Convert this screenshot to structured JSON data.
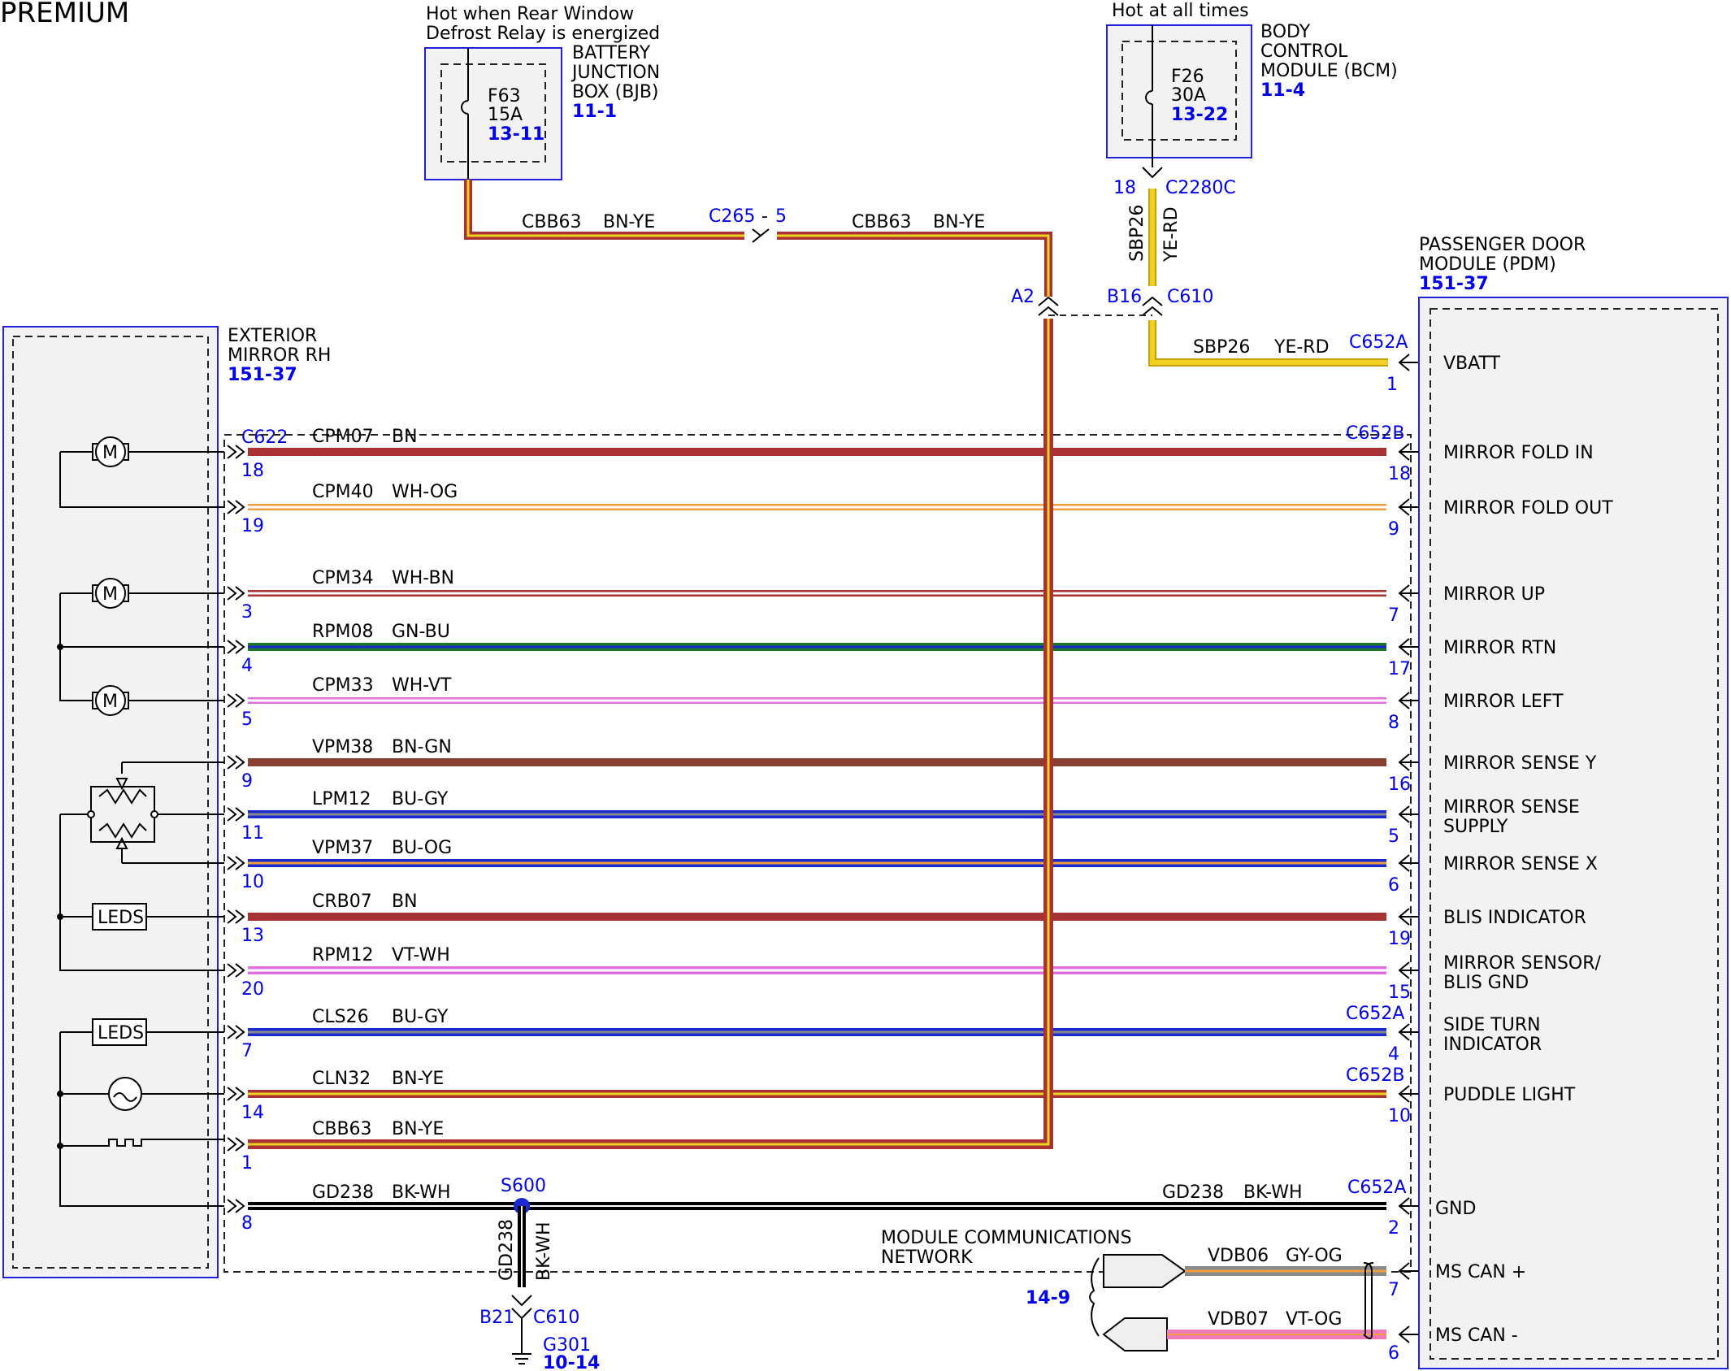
{
  "header": {
    "title": "PREMIUM"
  },
  "bjb": {
    "note": [
      "Hot when Rear Window",
      "Defrost Relay is energized"
    ],
    "name": [
      "BATTERY",
      "JUNCTION",
      "BOX (BJB)"
    ],
    "ref": "11-1",
    "fuse": "F63",
    "amps": "15A",
    "fuse_ref": "13-11"
  },
  "bcm": {
    "note": "Hot at all times",
    "name": [
      "BODY",
      "CONTROL",
      "MODULE (BCM)"
    ],
    "ref": "11-4",
    "fuse": "F26",
    "amps": "30A",
    "fuse_ref": "13-22"
  },
  "top_wires": {
    "c265": "C265",
    "c265_dash": "-",
    "c265_pin": "5",
    "cbb_left": [
      "CBB63",
      "BN-YE"
    ],
    "cbb_right": [
      "CBB63",
      "BN-YE"
    ],
    "c2280c_pin": "18",
    "c2280c": "C2280C",
    "sbp_vert": [
      "SBP26",
      "YE-RD"
    ],
    "a2": "A2",
    "b16": "B16",
    "c610": "C610",
    "sbp_h": [
      "SBP26",
      "YE-RD"
    ],
    "c652a": "C652A",
    "vbatt_pin": "1"
  },
  "pdm": {
    "name": [
      "PASSENGER DOOR",
      "MODULE (PDM)"
    ],
    "ref": "151-37"
  },
  "mirror": {
    "name": [
      "EXTERIOR",
      "MIRROR RH"
    ],
    "ref": "151-37"
  },
  "mirror_conn": "C622",
  "wires": [
    {
      "circuit": "CPM07",
      "color": "BN",
      "lpin": "18",
      "rpin": "18",
      "rconn": "C652B",
      "label": "MIRROR FOLD IN"
    },
    {
      "circuit": "CPM40",
      "color": "WH-OG",
      "lpin": "19",
      "rpin": "9",
      "rconn": "",
      "label": "MIRROR FOLD OUT"
    },
    {
      "circuit": "CPM34",
      "color": "WH-BN",
      "lpin": "3",
      "rpin": "7",
      "rconn": "",
      "label": "MIRROR UP"
    },
    {
      "circuit": "RPM08",
      "color": "GN-BU",
      "lpin": "4",
      "rpin": "17",
      "rconn": "",
      "label": "MIRROR RTN"
    },
    {
      "circuit": "CPM33",
      "color": "WH-VT",
      "lpin": "5",
      "rpin": "8",
      "rconn": "",
      "label": "MIRROR LEFT"
    },
    {
      "circuit": "VPM38",
      "color": "BN-GN",
      "lpin": "9",
      "rpin": "16",
      "rconn": "",
      "label": "MIRROR SENSE Y"
    },
    {
      "circuit": "LPM12",
      "color": "BU-GY",
      "lpin": "11",
      "rpin": "5",
      "rconn": "",
      "label": "MIRROR SENSE",
      "label2": "SUPPLY"
    },
    {
      "circuit": "VPM37",
      "color": "BU-OG",
      "lpin": "10",
      "rpin": "6",
      "rconn": "",
      "label": "MIRROR SENSE X"
    },
    {
      "circuit": "CRB07",
      "color": "BN",
      "lpin": "13",
      "rpin": "19",
      "rconn": "",
      "label": "BLIS INDICATOR"
    },
    {
      "circuit": "RPM12",
      "color": "VT-WH",
      "lpin": "20",
      "rpin": "15",
      "rconn": "",
      "label": "MIRROR SENSOR/",
      "label2": "BLIS GND"
    },
    {
      "circuit": "CLS26",
      "color": "BU-GY",
      "lpin": "7",
      "rpin": "4",
      "rconn": "C652A",
      "label": "SIDE TURN",
      "label2": "INDICATOR"
    },
    {
      "circuit": "CLN32",
      "color": "BN-YE",
      "lpin": "14",
      "rpin": "10",
      "rconn": "C652B",
      "label": "PUDDLE LIGHT"
    },
    {
      "circuit": "CBB63",
      "color": "BN-YE",
      "lpin": "1",
      "rpin": "",
      "rconn": "",
      "label": ""
    }
  ],
  "ground": {
    "circuit": "GD238",
    "color": "BK-WH",
    "lpin": "8",
    "rpin": "2",
    "rconn": "C652A",
    "label": "GND",
    "circuit_r": "GD238",
    "color_r": "BK-WH",
    "splice": "S600",
    "vert": [
      "GD238",
      "BK-WH"
    ],
    "b21": "B21",
    "c610": "C610",
    "g301": "G301",
    "g301_ref": "10-14"
  },
  "can": {
    "title": [
      "MODULE COMMUNICATIONS",
      "NETWORK"
    ],
    "ref": "14-9",
    "plus": {
      "circuit": "VDB06",
      "color": "GY-OG",
      "pin": "7",
      "label": "MS CAN +"
    },
    "minus": {
      "circuit": "VDB07",
      "color": "VT-OG",
      "pin": "6",
      "label": "MS CAN -"
    }
  },
  "components": {
    "motor": "M",
    "leds": "LEDS"
  },
  "wire_colors": {
    "BN": "#a83232",
    "YE": "#f0d020",
    "RD": "#c02020",
    "OG": "#f0a040",
    "WH": "#ffffff",
    "GN": "#1a7a2a",
    "BU": "#1a2ad0",
    "GY": "#8a8a8a",
    "VT": "#e070e0",
    "BK": "#000000",
    "BNGN": "#8a4030",
    "PINK": "#f07ab8"
  }
}
